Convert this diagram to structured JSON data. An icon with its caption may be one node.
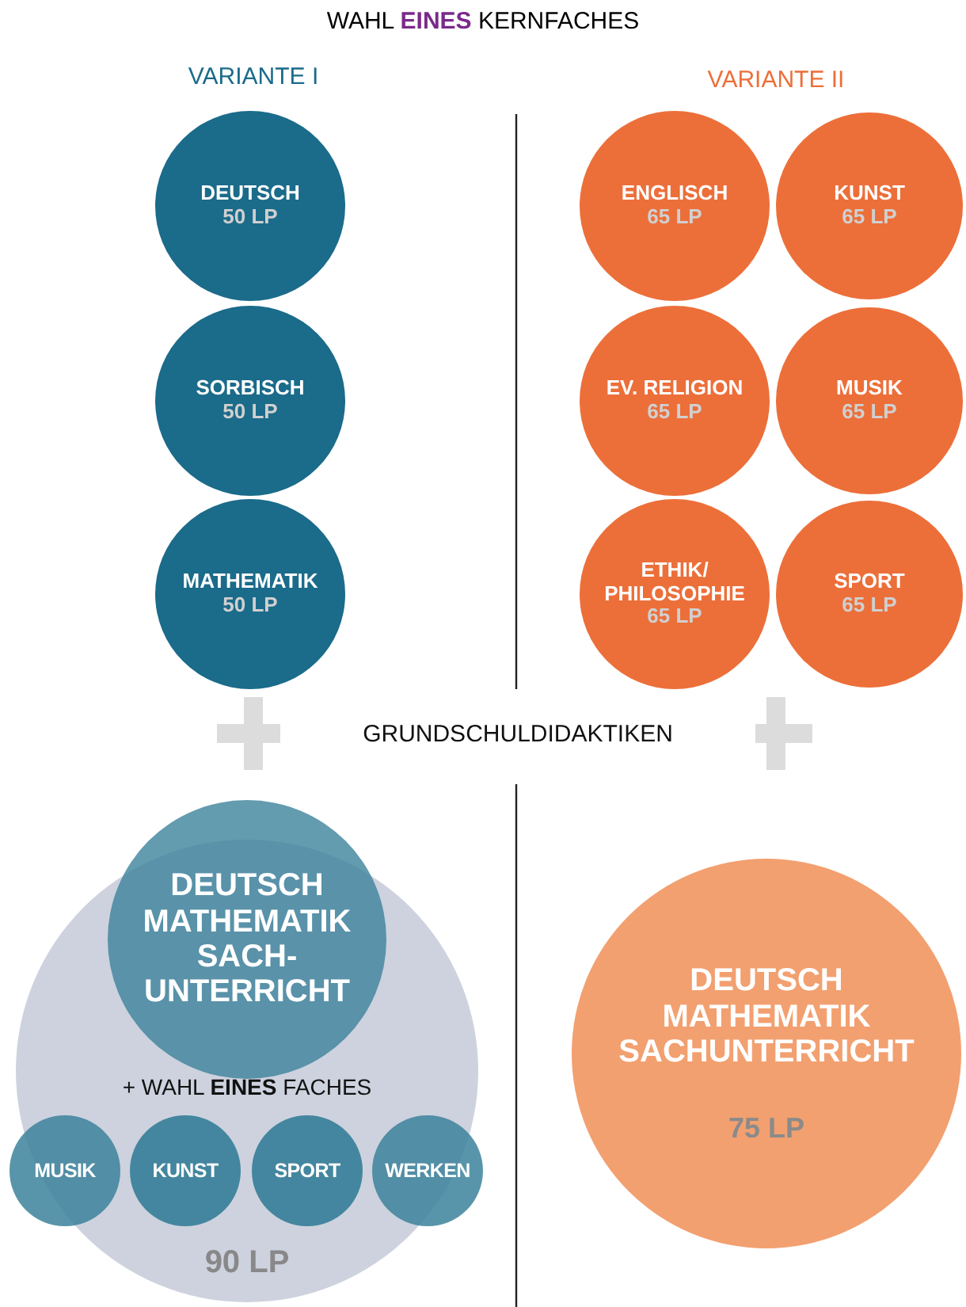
{
  "diagram": {
    "title": "WAHL **EINES** KERNFACHES",
    "nodes": [
      {
        "text": [
          "DEUTSCH",
          "50 LP"
        ]
      },
      {
        "text": [
          "SORBISCH",
          "50 LP"
        ]
      },
      {
        "text": [
          "MATHEMATIK",
          "50 LP"
        ]
      },
      {
        "text": [
          "ENGLISCH",
          "65 LP"
        ]
      },
      {
        "text": [
          "KUNST",
          "65 LP"
        ]
      },
      {
        "text": [
          "EV. RELIGION",
          "65 LP"
        ]
      },
      {
        "text": [
          "MUSIK",
          "65 LP"
        ]
      },
      {
        "text": [
          "ETHIK/ PHILOSOPHIE",
          "65 LP"
        ]
      },
      {
        "text": [
          "SPORT",
          "65 LP"
        ]
      },
      {
        "text": [
          "DEUTSCH MATHEMATIK SACH- UNTERRICHT"
        ]
      },
      {
        "text": [
          "+ WAHL **EINES** FACHES",
          "90 LP"
        ]
      },
      {
        "text": [
          "MUSIK"
        ],
        "in": 10
      },
      {
        "text": [
          "KUNST"
        ],
        "in": 10
      },
      {
        "text": [
          "SPORT"
        ],
        "in": 10
      },
      {
        "text": [
          "WERKEN"
        ],
        "in": 10
      },
      {
        "text": [
          "DEUTSCH MATHEMATIK SACHUNTERRICHT",
          "75 LP"
        ]
      }
    ],
    "labels": [
      "VARIANTE I",
      "VARIANTE II",
      "GRUNDSCHULDIDAKTIKEN"
    ]
  }
}
